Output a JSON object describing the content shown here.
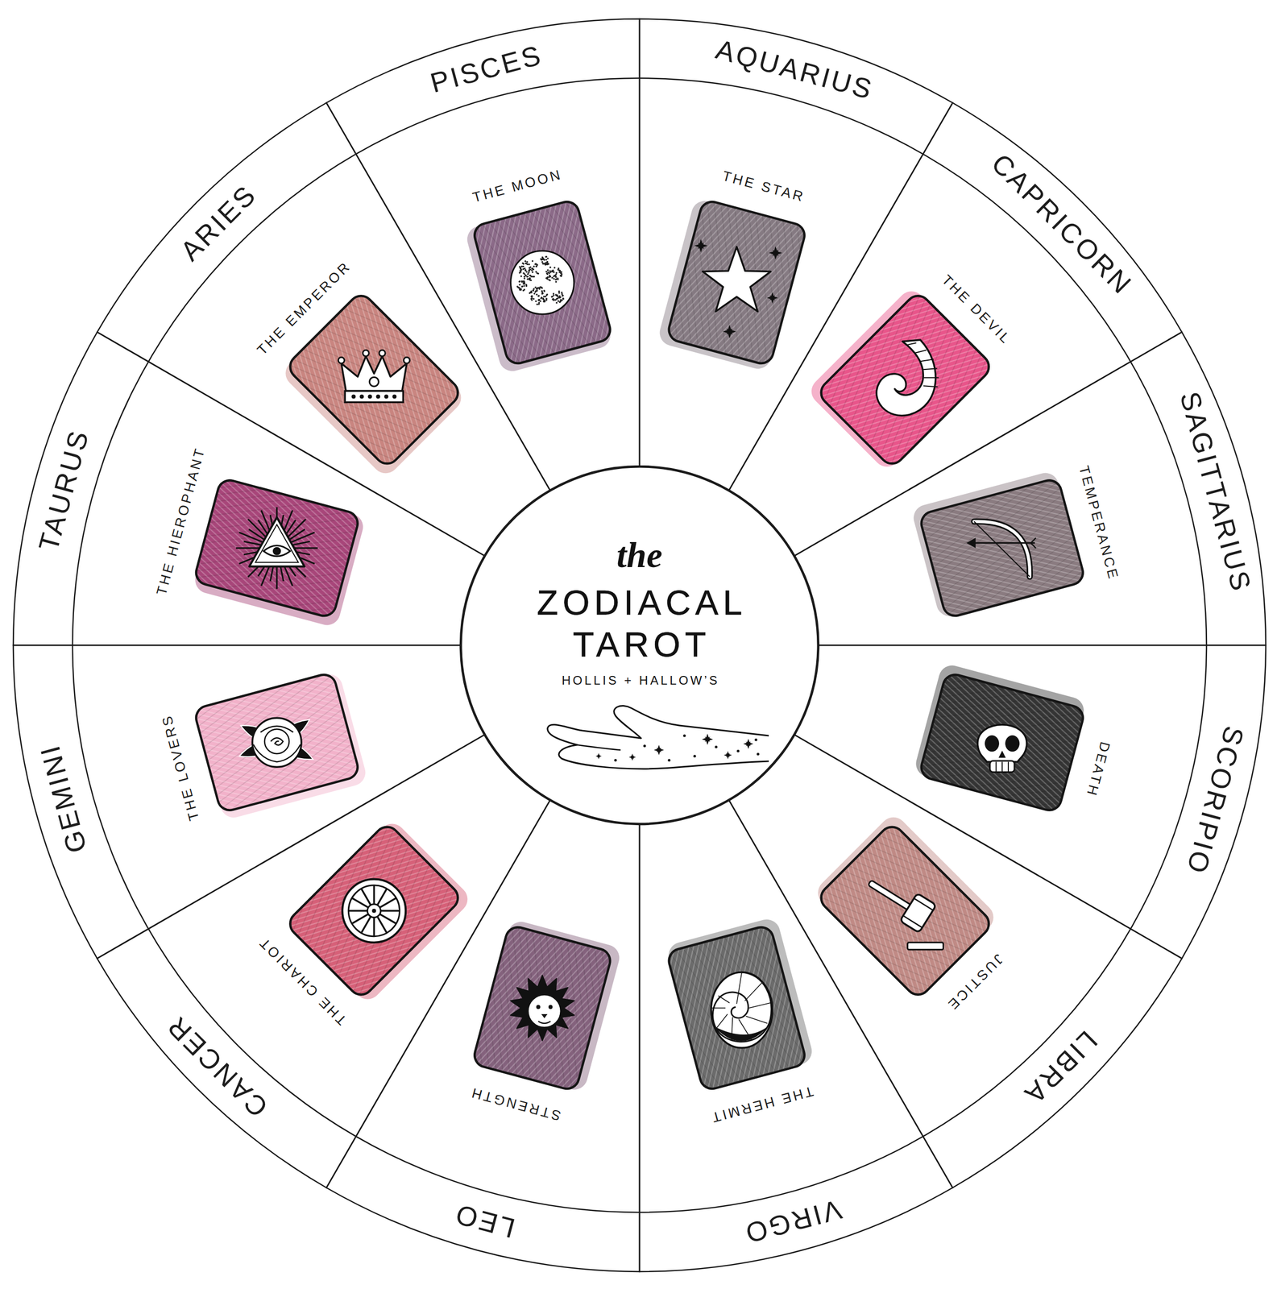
{
  "diagram": {
    "nodes": [
      {
        "text": [
          "the",
          "ZODIACAL TAROT",
          "HOLLIS + HALLOW’S"
        ]
      },
      {
        "text": [
          "ARIES",
          "THE EMPEROR"
        ]
      },
      {
        "text": [
          "TAURUS",
          "THE HIEROPHANT"
        ]
      },
      {
        "text": [
          "GEMINI",
          "THE LOVERS"
        ]
      },
      {
        "text": [
          "CANCER",
          "THE CHARIOT"
        ]
      },
      {
        "text": [
          "LEO",
          "STRENGTH"
        ]
      },
      {
        "text": [
          "VIRGO",
          "THE HERMIT"
        ]
      },
      {
        "text": [
          "LIBRA",
          "JUSTICE"
        ]
      },
      {
        "text": [
          "SCORIPIO",
          "DEATH"
        ]
      },
      {
        "text": [
          "SAGITTARIUS",
          "TEMPERANCE"
        ]
      },
      {
        "text": [
          "CAPRICORN",
          "THE DEVIL"
        ]
      },
      {
        "text": [
          "AQUARIUS",
          "THE STAR"
        ]
      },
      {
        "text": [
          "PISCES",
          "THE MOON"
        ]
      }
    ]
  }
}
